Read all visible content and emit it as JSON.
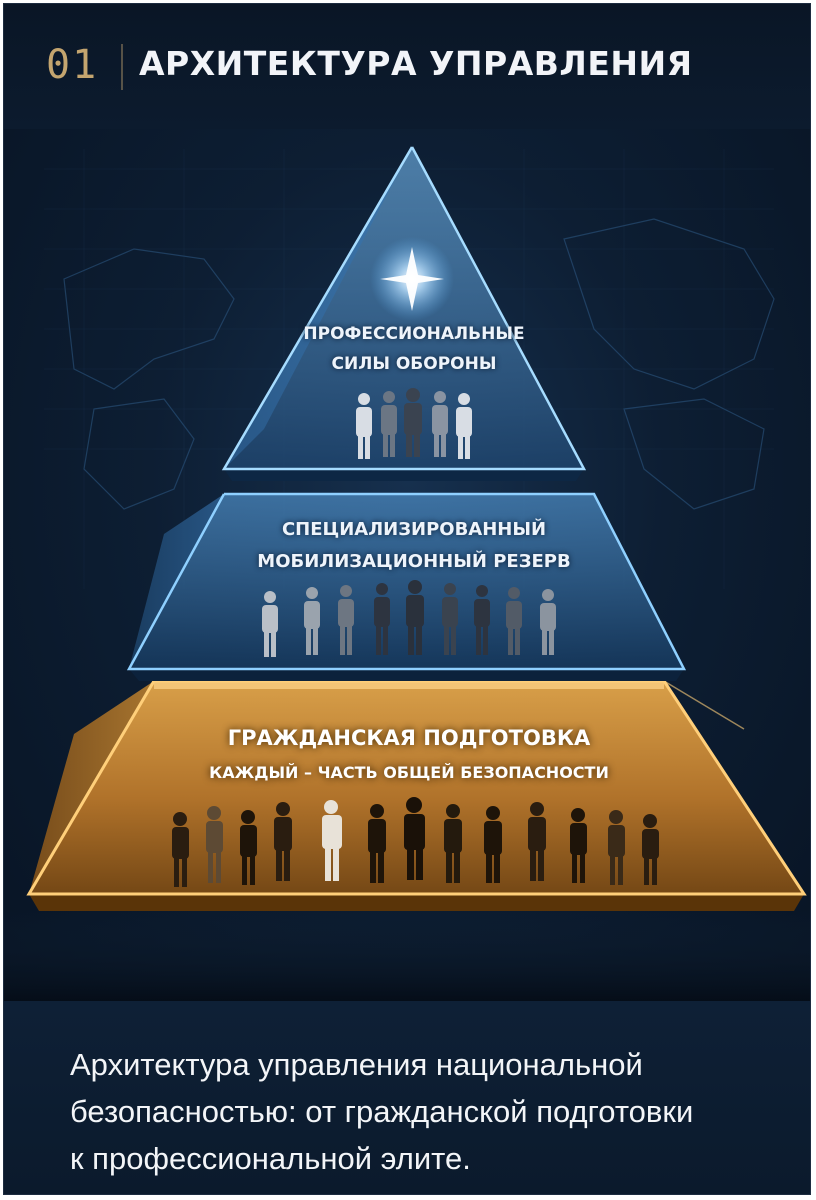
{
  "header": {
    "number": "01",
    "title": "АРХИТЕКТУРА УПРАВЛЕНИЯ"
  },
  "pyramid": {
    "tiers": [
      {
        "id": "top",
        "lines": [
          "ПРОФЕССИОНАЛЬНЫЕ",
          "СИЛЫ ОБОРОНЫ"
        ],
        "color": "#5fa8e0"
      },
      {
        "id": "middle",
        "lines": [
          "СПЕЦИАЛИЗИРОВАННЫЙ",
          "МОБИЛИЗАЦИОННЫЙ РЕЗЕРВ"
        ],
        "color": "#4f8fca"
      },
      {
        "id": "base",
        "lines": [
          "ГРАЖДАНСКАЯ ПОДГОТОВКА"
        ],
        "subtitle": "КАЖДЫЙ – ЧАСТЬ ОБЩЕЙ БЕЗОПАСНОСТИ",
        "color": "#e0a444"
      }
    ]
  },
  "caption": {
    "text": "Архитектура управления национальной\nбезопасностью: от гражданской подготовки\nк профессиональной элите."
  },
  "colors": {
    "background": "#0b1a2c",
    "accent_gold": "#c4a56f",
    "glow_blue": "#7cc4ff",
    "glow_orange": "#f2b04a"
  },
  "icons": {
    "apex": "star-glow-icon",
    "people": "people-silhouette-icon",
    "map": "world-map-icon"
  }
}
